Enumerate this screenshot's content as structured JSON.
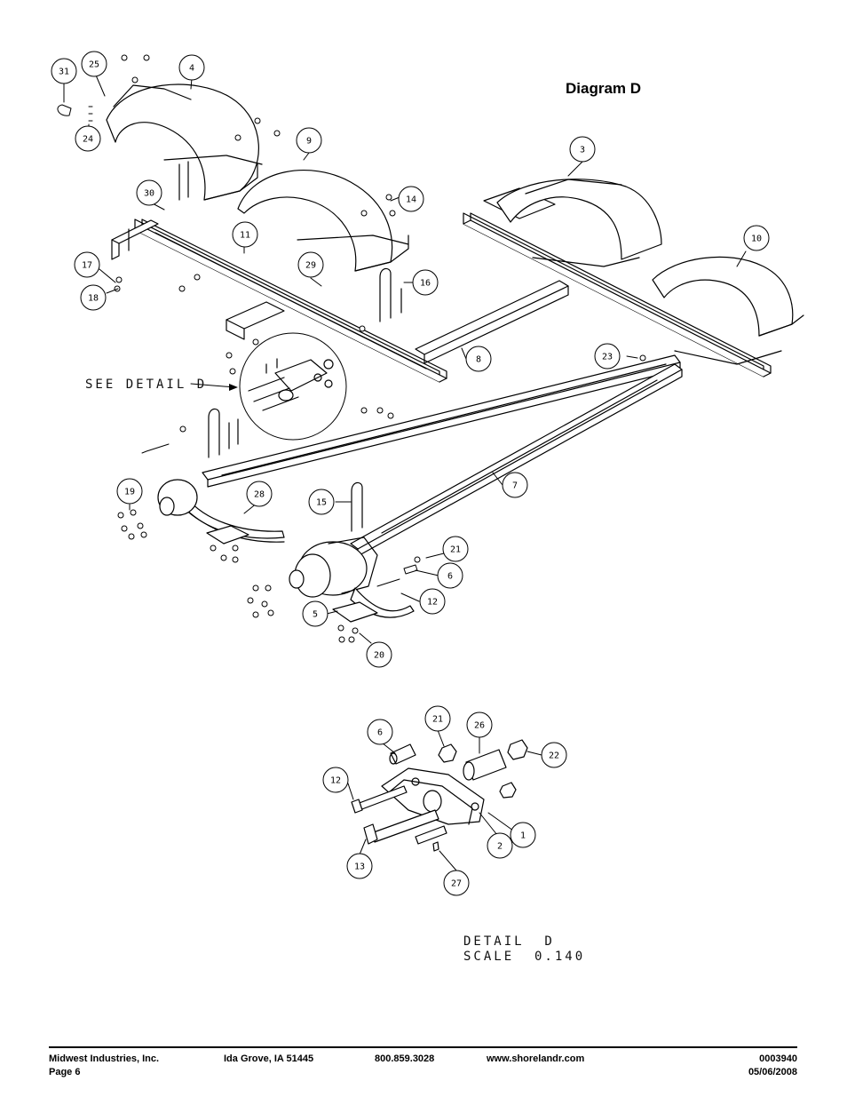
{
  "title": "Diagram D",
  "see_detail_label": "SEE DETAIL D",
  "detail_caption": {
    "line1": "DETAIL  D",
    "line2": "SCALE  0.140"
  },
  "callouts_main": [
    "31",
    "25",
    "4",
    "24",
    "9",
    "30",
    "14",
    "3",
    "10",
    "11",
    "17",
    "29",
    "16",
    "18",
    "8",
    "23",
    "7",
    "19",
    "28",
    "15",
    "21",
    "6",
    "12",
    "5",
    "20"
  ],
  "callouts_detail": [
    "6",
    "21",
    "26",
    "22",
    "12",
    "2",
    "1",
    "13",
    "27"
  ],
  "footer": {
    "company": "Midwest Industries, Inc.",
    "page": "Page 6",
    "city": "Ida Grove, IA  51445",
    "phone": "800.859.3028",
    "web": "www.shorelandr.com",
    "doc_number": "0003940",
    "date": "05/06/2008"
  }
}
